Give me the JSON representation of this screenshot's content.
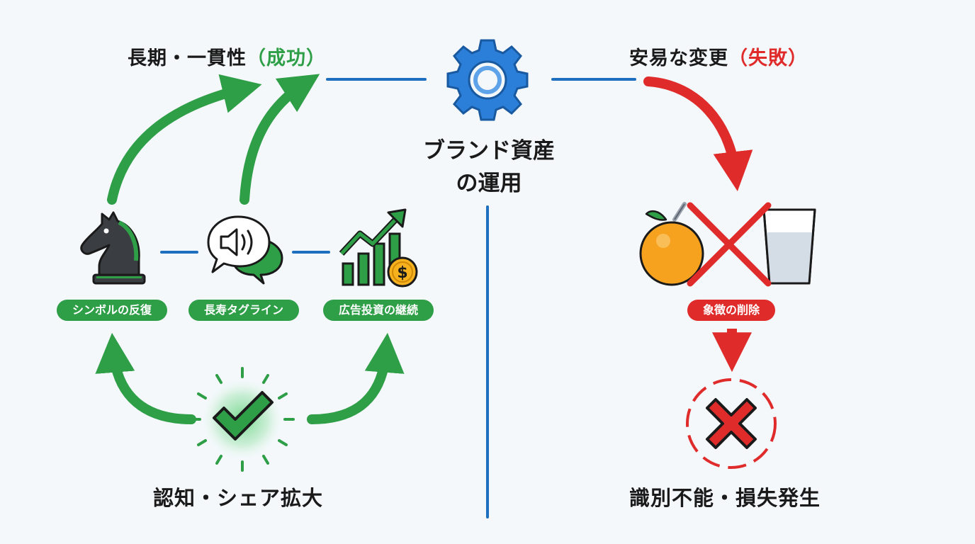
{
  "success": {
    "heading_main": "長期・一貫性",
    "heading_accent": "（成功）",
    "items": [
      {
        "label": "シンボルの反復",
        "icon": "chess-knight-icon"
      },
      {
        "label": "長寿タグライン",
        "icon": "speech-bubble-speaker-icon"
      },
      {
        "label": "広告投資の継続",
        "icon": "growth-chart-coin-icon"
      }
    ],
    "result": "認知・シェア拡大",
    "result_icon": "glowing-checkmark-icon"
  },
  "center": {
    "title_line1": "ブランド資産",
    "title_line2": "の運用",
    "icon": "gear-icon"
  },
  "failure": {
    "heading_main": "安易な変更",
    "heading_accent": "（失敗）",
    "item_label": "象徴の削除",
    "item_icon": "orange-and-glass-crossed-out-icon",
    "result": "識別不能・損失発生",
    "result_icon": "red-x-icon"
  },
  "colors": {
    "green": "#2e9e47",
    "red": "#e02b2b",
    "blue": "#1f6fbf",
    "gear": "#2b7fd9"
  }
}
